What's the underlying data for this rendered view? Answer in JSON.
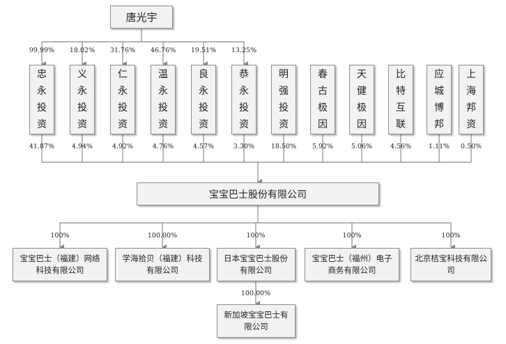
{
  "title_person": "唐光宇",
  "holders": [
    {
      "name": "忠永投资",
      "top_pct": "99.99%",
      "stake_pct": "41.87%"
    },
    {
      "name": "义永投资",
      "top_pct": "18.02%",
      "stake_pct": "4.94%"
    },
    {
      "name": "仁永投资",
      "top_pct": "31.76%",
      "stake_pct": "4.92%"
    },
    {
      "name": "温永投资",
      "top_pct": "46.76%",
      "stake_pct": "4.76%"
    },
    {
      "name": "良永投资",
      "top_pct": "19.51%",
      "stake_pct": "4.57%"
    },
    {
      "name": "恭永投资",
      "top_pct": "13.25%",
      "stake_pct": "3.30%"
    },
    {
      "name": "明强投资",
      "top_pct": "",
      "stake_pct": "18.50%"
    },
    {
      "name": "春古极因",
      "top_pct": "",
      "stake_pct": "5.92%"
    },
    {
      "name": "天健极因",
      "top_pct": "",
      "stake_pct": "5.06%"
    },
    {
      "name": "比特互联",
      "top_pct": "",
      "stake_pct": "4.56%"
    },
    {
      "name": "应城博邦",
      "top_pct": "",
      "stake_pct": "1.11%"
    },
    {
      "name": "上海邦资",
      "top_pct": "",
      "stake_pct": "0.50%"
    }
  ],
  "company": "宝宝巴士股份有限公司",
  "subsidiaries": [
    {
      "name": "宝宝巴士（福建）网络科技有限公司",
      "pct": "100%"
    },
    {
      "name": "学海拾贝（福建）科技有限公司",
      "pct": "100.00%"
    },
    {
      "name": "日本宝宝巴士股份有限公司",
      "pct": "100%"
    },
    {
      "name": "宝宝巴士（福州）电子商务有限公司",
      "pct": "100%"
    },
    {
      "name": "北京桔宝科技有限公司",
      "pct": "100%"
    }
  ],
  "sub_subsidiary": {
    "name": "新加坡宝宝巴士有限公司",
    "pct": "100.00%"
  },
  "colors": {
    "box_fill": "#f2f2f2",
    "box_border": "#8c8c8c",
    "line": "#888888"
  }
}
